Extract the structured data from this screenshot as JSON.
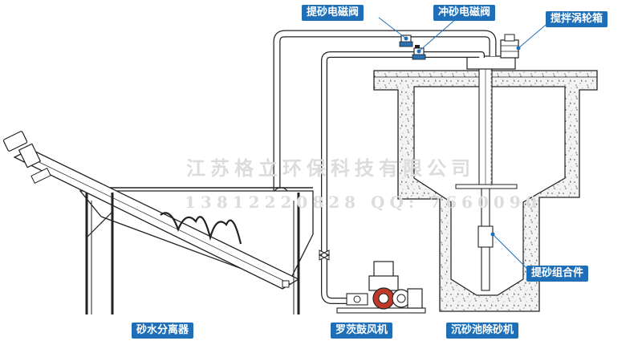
{
  "labels": {
    "lift_valve": "提砂电磁阀",
    "flush_valve": "冲砂电磁阀",
    "gearbox": "搅拌涡轮箱",
    "lift_assembly": "提砂组合件",
    "separator": "砂水分离器",
    "blower": "罗茨鼓风机",
    "grit_chamber": "沉砂池除砂机"
  },
  "watermark": {
    "company": "江苏格立环保科技有限公司",
    "contact": "13812220828  QQ: 7660090"
  },
  "colors": {
    "label_bg": "#1e6fb8",
    "line": "#222222",
    "concrete": "#f2f2f2",
    "pipe": "#ffffff"
  }
}
